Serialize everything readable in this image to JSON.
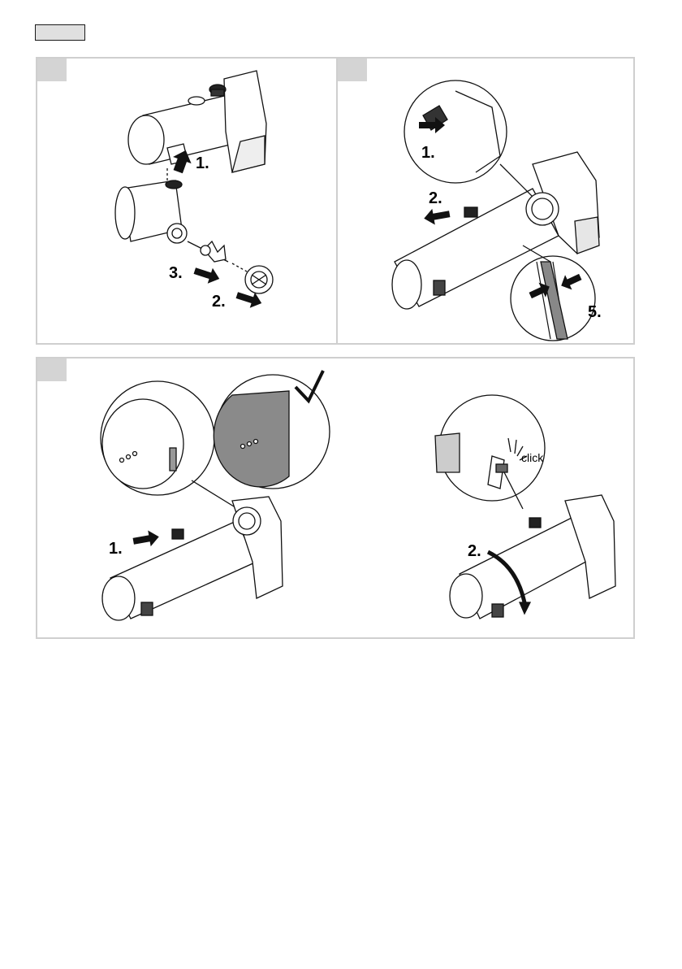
{
  "panels": {
    "a": {
      "steps": [
        "1.",
        "2.",
        "3."
      ]
    },
    "b": {
      "steps": [
        "1.",
        "2.",
        "5."
      ]
    },
    "c": {
      "steps": [
        "1.",
        "2."
      ],
      "sound": "click"
    }
  }
}
